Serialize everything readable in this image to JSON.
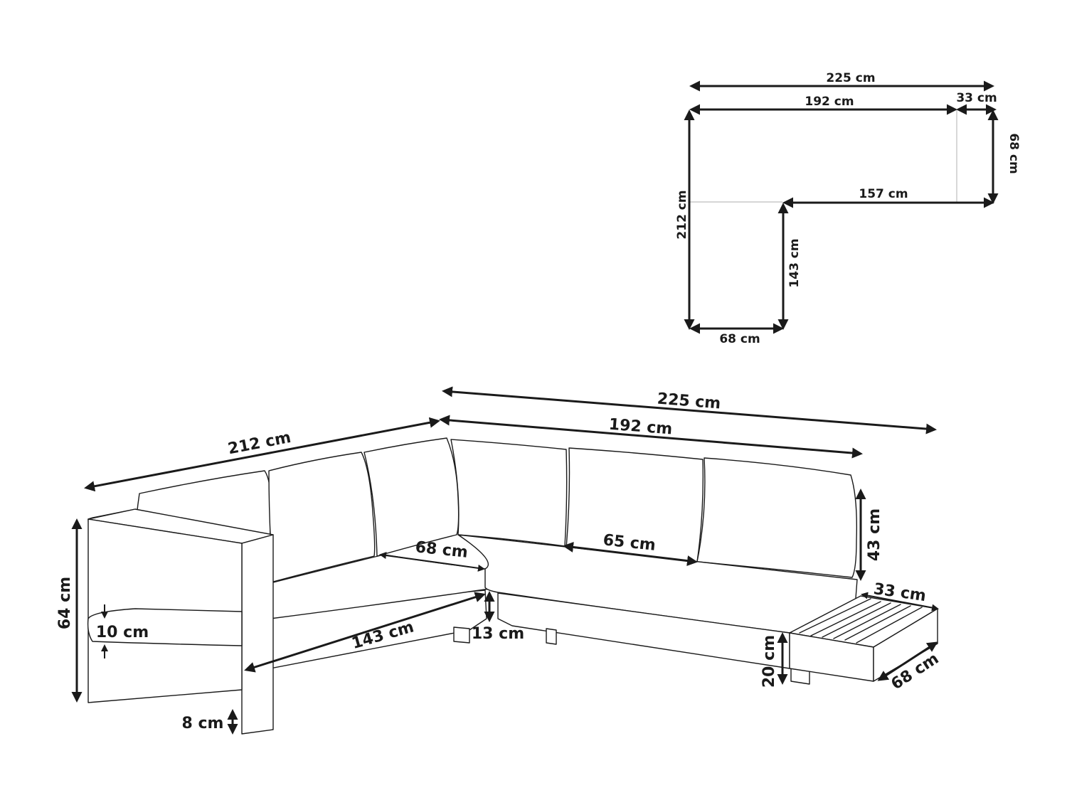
{
  "plan": {
    "total_width": "225 cm",
    "long_seat_width": "192 cm",
    "side_table_width": "33 cm",
    "depth_right": "68 cm",
    "inner_length": "157 cm",
    "total_length": "212 cm",
    "inner_side_length": "143 cm",
    "depth_bottom": "68 cm"
  },
  "sofa": {
    "total_width": "225 cm",
    "long_side_width": "192 cm",
    "short_side_length": "212 cm",
    "seat_depth": "68 cm",
    "seat_width": "65 cm",
    "backrest_height": "43 cm",
    "table_width": "33 cm",
    "table_depth": "68 cm",
    "table_height": "20 cm",
    "total_height": "64 cm",
    "cushion_thickness": "10 cm",
    "seat_length": "143 cm",
    "ground_clearance": "13 cm",
    "leg_height": "8 cm"
  }
}
